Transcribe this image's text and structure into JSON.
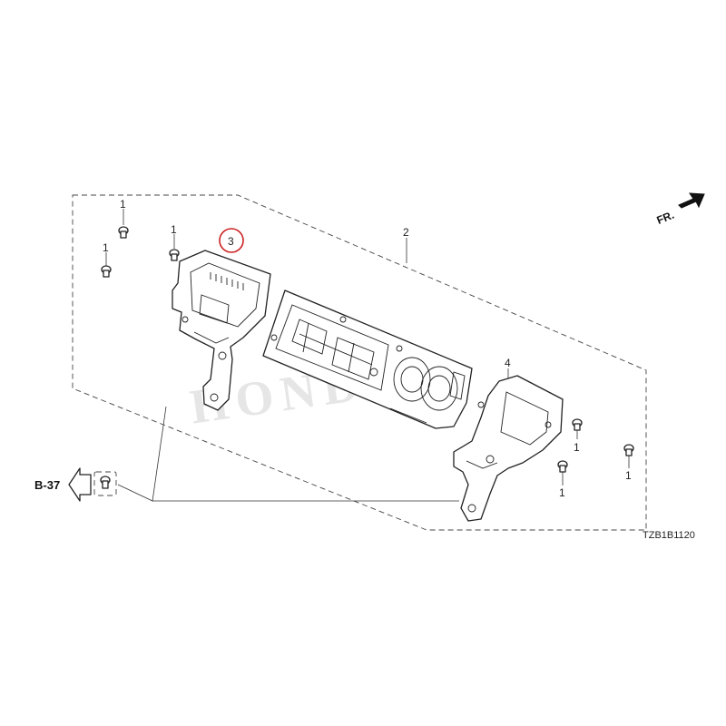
{
  "diagram": {
    "callouts": {
      "bolt_top_left_a": "1",
      "bolt_top_left_b": "1",
      "bolt_top_left_c": "1",
      "panel": "2",
      "left_bracket": "3",
      "right_bracket": "4",
      "bolt_right_a": "1",
      "bolt_right_b": "1",
      "bolt_right_c": "1"
    },
    "reference": "B-37",
    "direction": "FR.",
    "diagram_code": "TZB1B1120",
    "watermark": "HONDA",
    "colors": {
      "highlight_circle": "#cc2222",
      "line": "#222222"
    }
  }
}
